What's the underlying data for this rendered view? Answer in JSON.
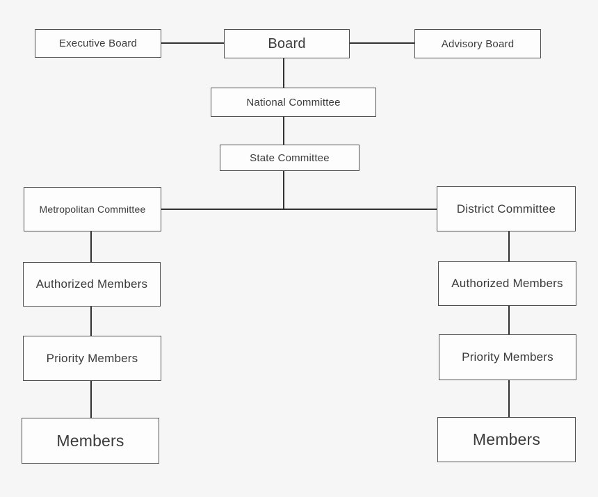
{
  "diagram": {
    "type": "org-chart",
    "nodes": {
      "executive_board": {
        "label": "Executive Board"
      },
      "board": {
        "label": "Board"
      },
      "advisory_board": {
        "label": "Advisory Board"
      },
      "national_committee": {
        "label": "National Committee"
      },
      "state_committee": {
        "label": "State Committee"
      },
      "metropolitan_committee": {
        "label": "Metropolitan Committee"
      },
      "district_committee": {
        "label": "District Committee"
      },
      "metro_authorized_members": {
        "label": "Authorized Members"
      },
      "metro_priority_members": {
        "label": "Priority Members"
      },
      "metro_members": {
        "label": "Members"
      },
      "district_authorized_members": {
        "label": "Authorized Members"
      },
      "district_priority_members": {
        "label": "Priority Members"
      },
      "district_members": {
        "label": "Members"
      }
    },
    "edges": [
      {
        "from": "Executive Board",
        "to": "Board"
      },
      {
        "from": "Board",
        "to": "Advisory Board"
      },
      {
        "from": "Board",
        "to": "National Committee"
      },
      {
        "from": "National Committee",
        "to": "State Committee"
      },
      {
        "from": "State Committee",
        "to": "Metropolitan Committee"
      },
      {
        "from": "State Committee",
        "to": "District Committee"
      },
      {
        "from": "Metropolitan Committee",
        "to": "Authorized Members"
      },
      {
        "from": "Authorized Members",
        "to": "Priority Members"
      },
      {
        "from": "Priority Members",
        "to": "Members"
      },
      {
        "from": "District Committee",
        "to": "Authorized Members"
      },
      {
        "from": "Authorized Members",
        "to": "Priority Members"
      },
      {
        "from": "Priority Members",
        "to": "Members"
      }
    ],
    "colors": {
      "background": "#f6f6f6",
      "box_fill": "#fdfdfd",
      "box_border": "#4f4f4f",
      "connector": "#303030",
      "text": "#3b3b3b"
    }
  }
}
